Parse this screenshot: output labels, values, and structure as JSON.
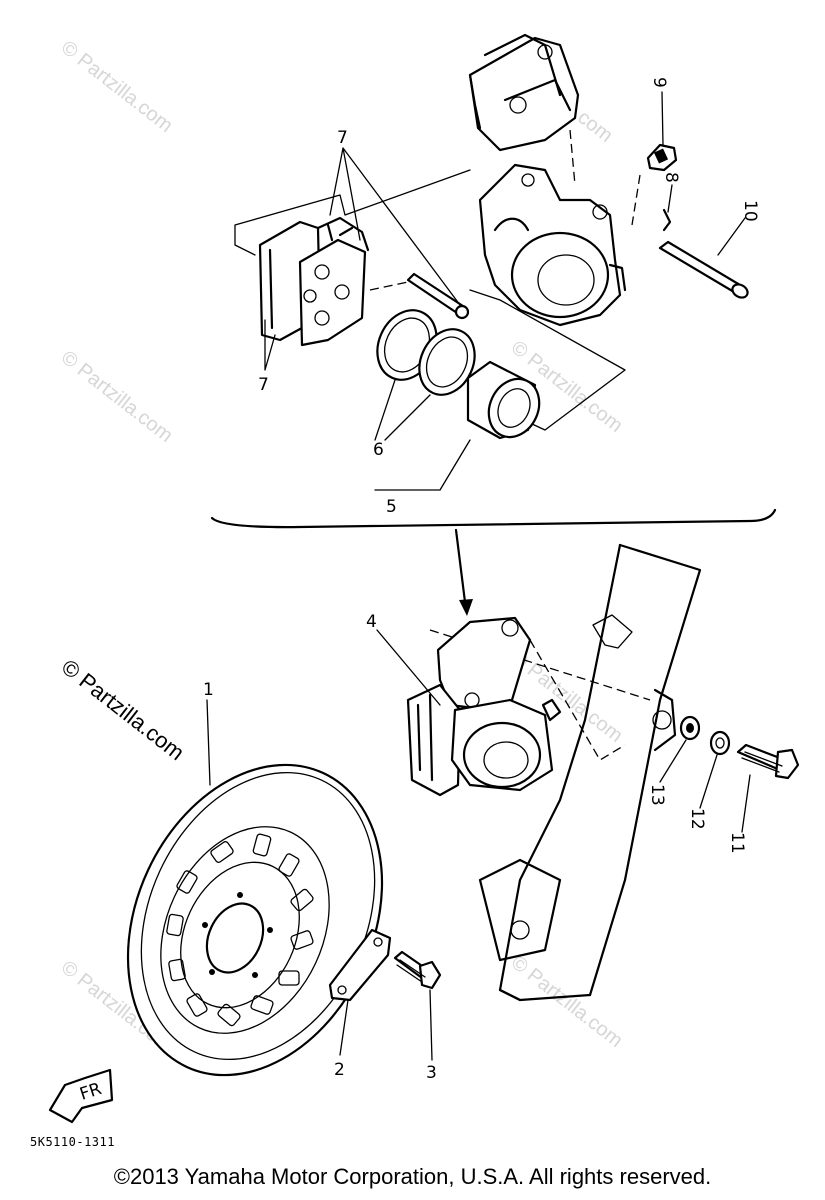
{
  "watermarks": [
    "© Partzilla.com",
    "© Partzilla.com",
    "© Partzilla.com",
    "© Partzilla.com",
    "© Partzilla.com",
    "© Partzilla.com",
    "© Partzilla.com",
    "© Partzilla.com"
  ],
  "callouts": {
    "p1": "1",
    "p2": "2",
    "p3": "3",
    "p4": "4",
    "p5": "5",
    "p6": "6",
    "p7a": "7",
    "p7b": "7",
    "p8": "8",
    "p9": "9",
    "p10": "10",
    "p11": "11",
    "p12": "12",
    "p13": "13"
  },
  "front_marker": "FR",
  "drawing_code": "5K5110-1311",
  "copyright": "©2013 Yamaha Motor Corporation, U.S.A. All rights reserved."
}
